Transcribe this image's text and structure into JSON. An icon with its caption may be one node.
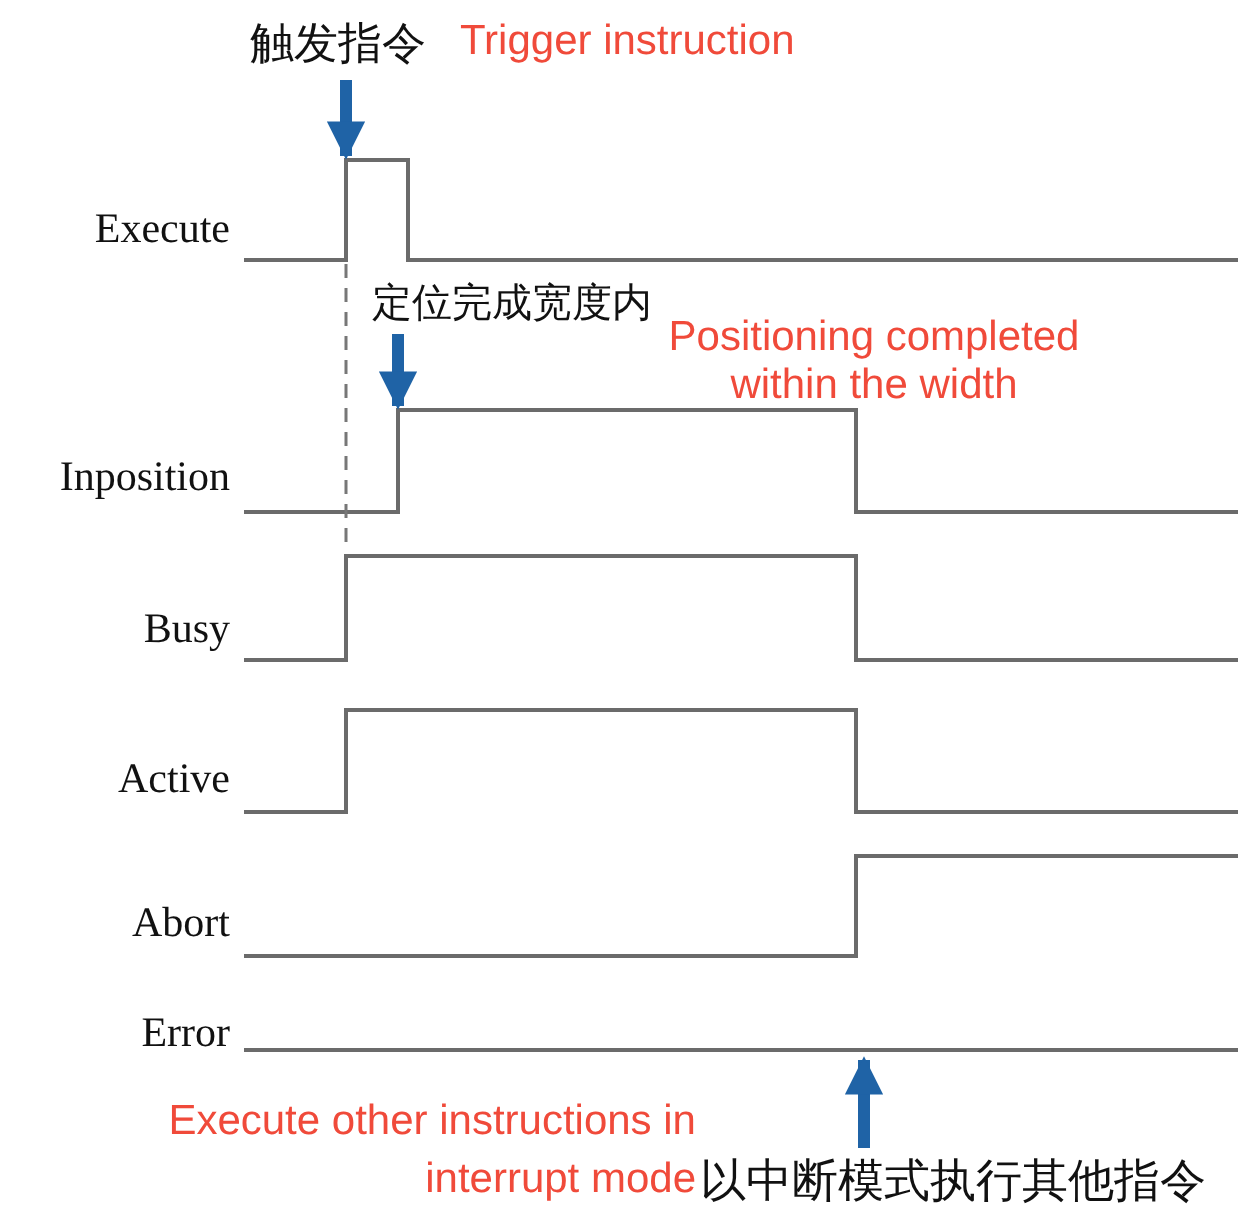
{
  "diagram": {
    "nodes": [
      {
        "text": [
          "触发指令"
        ],
        "beside": [
          "Trigger instruction"
        ]
      },
      {
        "text": [
          "定位完成宽度内"
        ],
        "beside": [
          "Positioning completed within the width"
        ]
      },
      {
        "text": [
          "以中断模式执行其他指令"
        ],
        "beside": [
          "Execute other instructions in interrupt mode"
        ]
      },
      {
        "text": [],
        "shape": "waveform",
        "beside": [
          "Execute"
        ]
      },
      {
        "text": [],
        "shape": "waveform",
        "beside": [
          "Inposition"
        ]
      },
      {
        "text": [],
        "shape": "waveform",
        "beside": [
          "Busy"
        ]
      },
      {
        "text": [],
        "shape": "waveform",
        "beside": [
          "Active"
        ]
      },
      {
        "text": [],
        "shape": "waveform",
        "beside": [
          "Abort"
        ]
      },
      {
        "text": [],
        "shape": "waveform",
        "beside": [
          "Error"
        ]
      }
    ],
    "edges": [
      {
        "from": 0,
        "to": 3,
        "arrow": "to"
      },
      {
        "from": 1,
        "to": 4,
        "arrow": "to"
      },
      {
        "from": 2,
        "to": 8,
        "arrow": "to"
      }
    ]
  }
}
